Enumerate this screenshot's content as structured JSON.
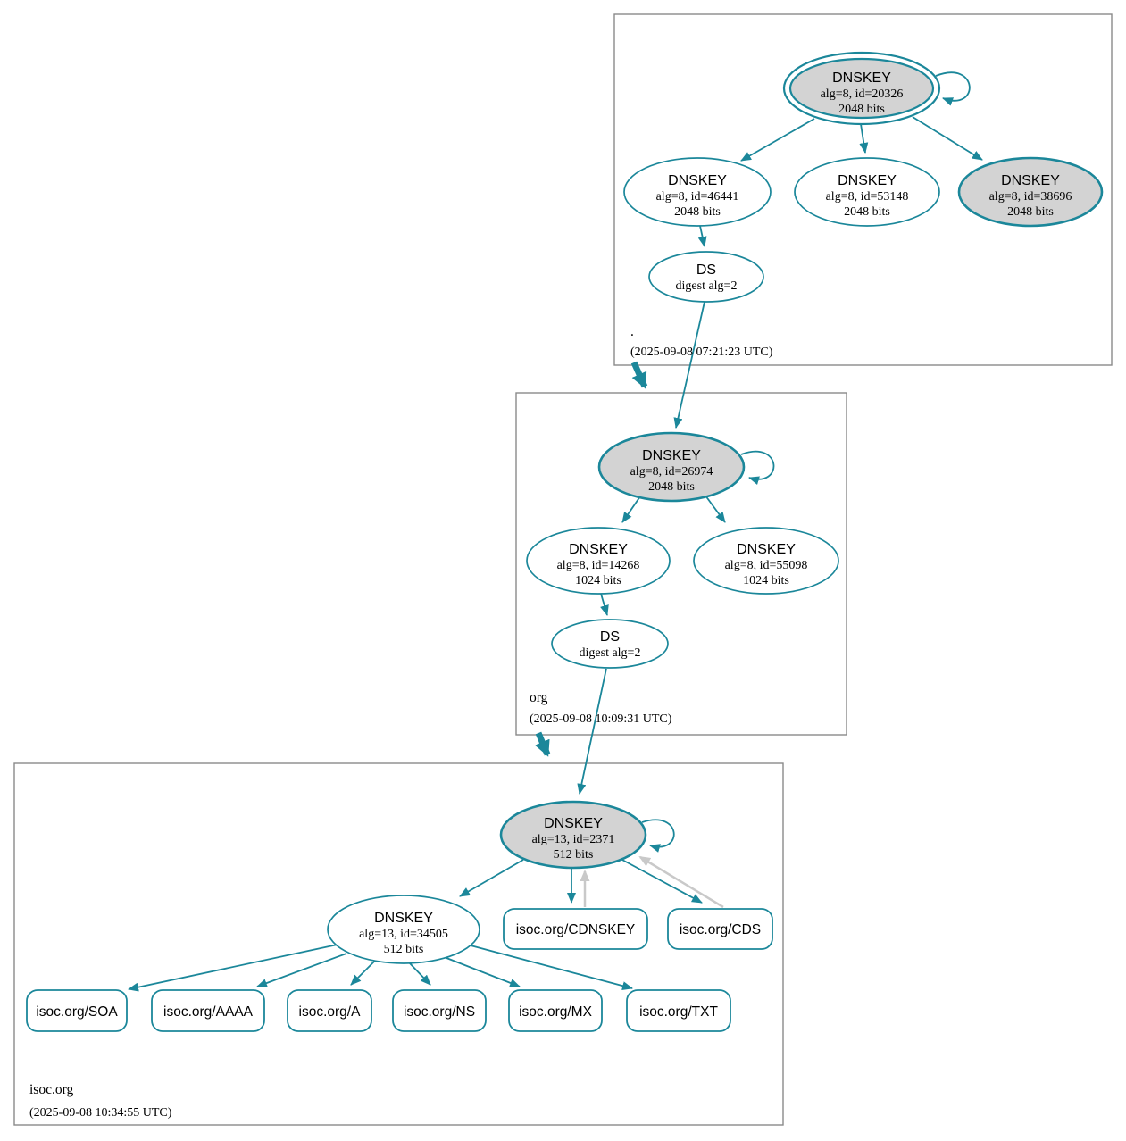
{
  "colors": {
    "accent_teal": "#1b879a",
    "ksk_fill_gray": "#d3d3d3",
    "warning_arrow_gray": "#c9c9c9",
    "zone_box_border": "#8a8a8a",
    "text": "#000000"
  },
  "zones": [
    {
      "label": ".",
      "timestamp": "(2025-09-08 07:21:23 UTC)",
      "nodes": {
        "ksk": {
          "title": "DNSKEY",
          "detail": "alg=8, id=20326",
          "bits": "2048 bits"
        },
        "zsk1": {
          "title": "DNSKEY",
          "detail": "alg=8, id=46441",
          "bits": "2048 bits"
        },
        "zsk2": {
          "title": "DNSKEY",
          "detail": "alg=8, id=53148",
          "bits": "2048 bits"
        },
        "ksk2": {
          "title": "DNSKEY",
          "detail": "alg=8, id=38696",
          "bits": "2048 bits"
        },
        "ds": {
          "title": "DS",
          "detail": "digest alg=2"
        }
      }
    },
    {
      "label": "org",
      "timestamp": "(2025-09-08 10:09:31 UTC)",
      "nodes": {
        "ksk": {
          "title": "DNSKEY",
          "detail": "alg=8, id=26974",
          "bits": "2048 bits"
        },
        "zsk1": {
          "title": "DNSKEY",
          "detail": "alg=8, id=14268",
          "bits": "1024 bits"
        },
        "zsk2": {
          "title": "DNSKEY",
          "detail": "alg=8, id=55098",
          "bits": "1024 bits"
        },
        "ds": {
          "title": "DS",
          "detail": "digest alg=2"
        }
      }
    },
    {
      "label": "isoc.org",
      "timestamp": "(2025-09-08 10:34:55 UTC)",
      "nodes": {
        "ksk": {
          "title": "DNSKEY",
          "detail": "alg=13, id=2371",
          "bits": "512 bits"
        },
        "zsk": {
          "title": "DNSKEY",
          "detail": "alg=13, id=34505",
          "bits": "512 bits"
        },
        "cdnskey": {
          "label": "isoc.org/CDNSKEY"
        },
        "cds": {
          "label": "isoc.org/CDS"
        },
        "rrsets": [
          {
            "label": "isoc.org/SOA"
          },
          {
            "label": "isoc.org/AAAA"
          },
          {
            "label": "isoc.org/A"
          },
          {
            "label": "isoc.org/NS"
          },
          {
            "label": "isoc.org/MX"
          },
          {
            "label": "isoc.org/TXT"
          }
        ]
      }
    }
  ]
}
